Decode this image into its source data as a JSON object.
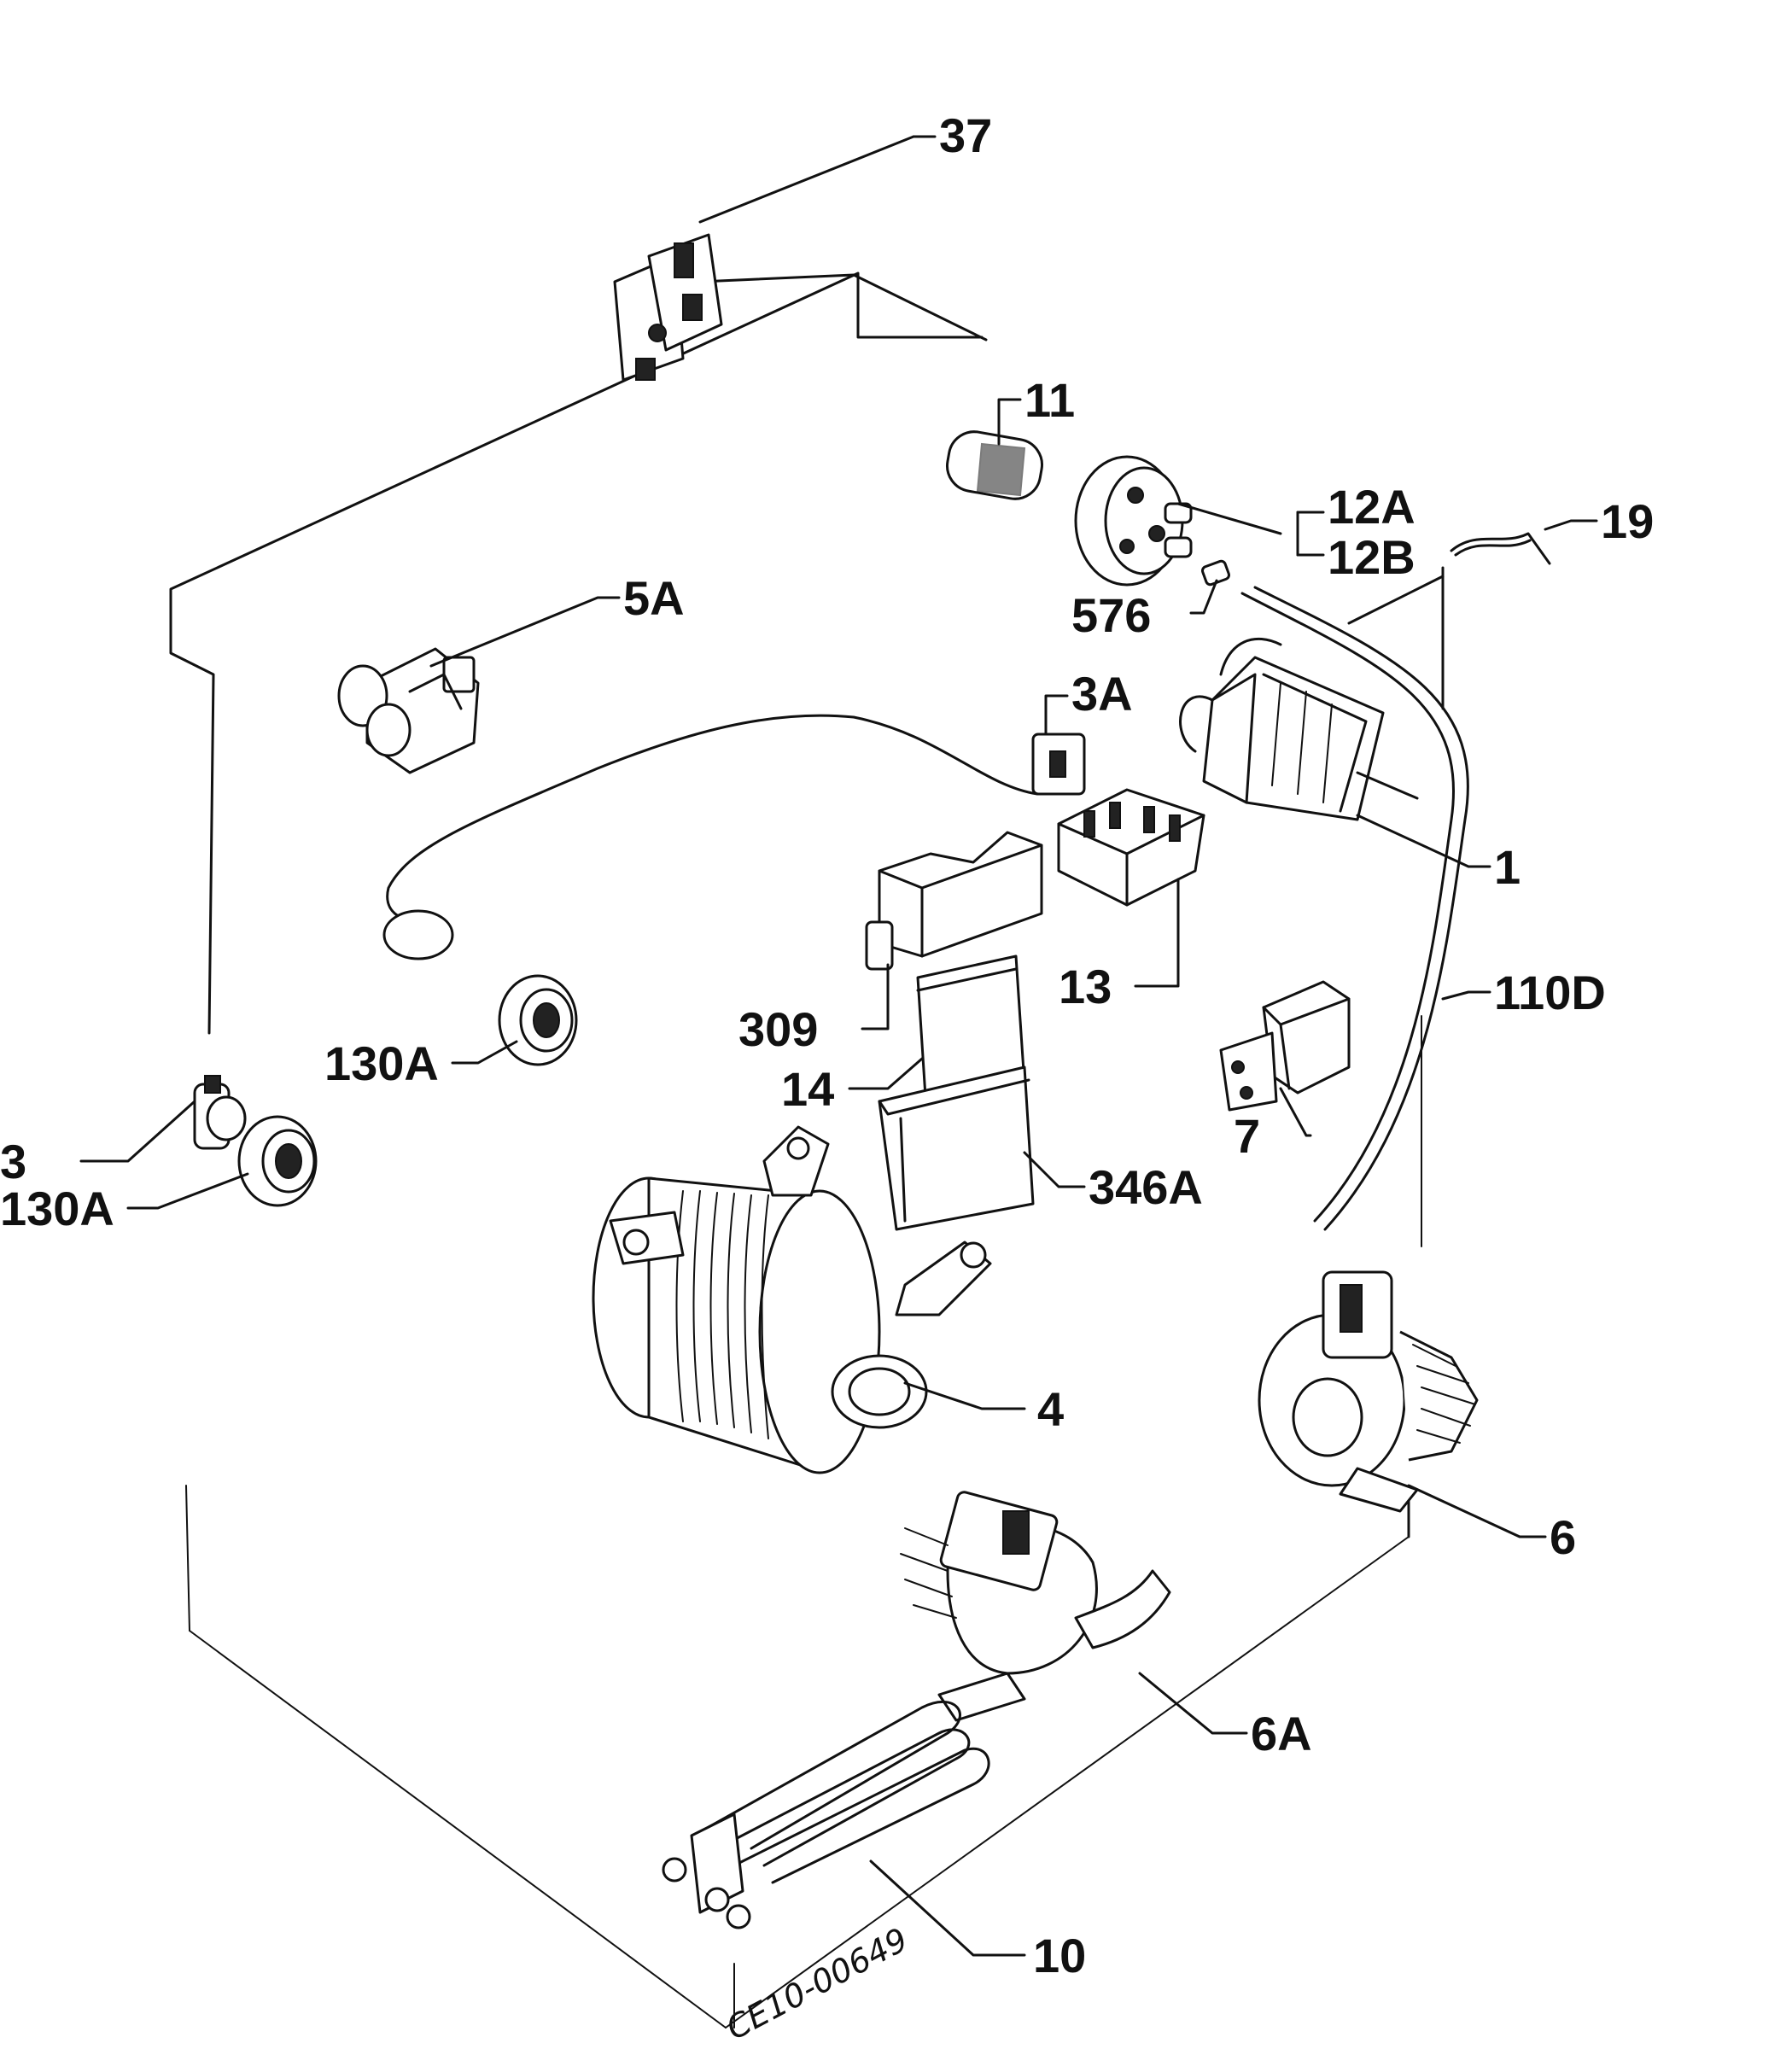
{
  "labels": {
    "p37": "37",
    "p11": "11",
    "p12a": "12A",
    "p12b": "12B",
    "p19": "19",
    "p576": "576",
    "p5a": "5A",
    "p3a": "3A",
    "p1": "1",
    "p110d": "110D",
    "p13": "13",
    "p309": "309",
    "p14": "14",
    "p130a_upper": "130A",
    "p3": "3",
    "p130a_lower": "130A",
    "p7": "7",
    "p346a": "346A",
    "p4": "4",
    "p6": "6",
    "p6a": "6A",
    "p10": "10"
  },
  "drawing_code": "CE10-00649"
}
